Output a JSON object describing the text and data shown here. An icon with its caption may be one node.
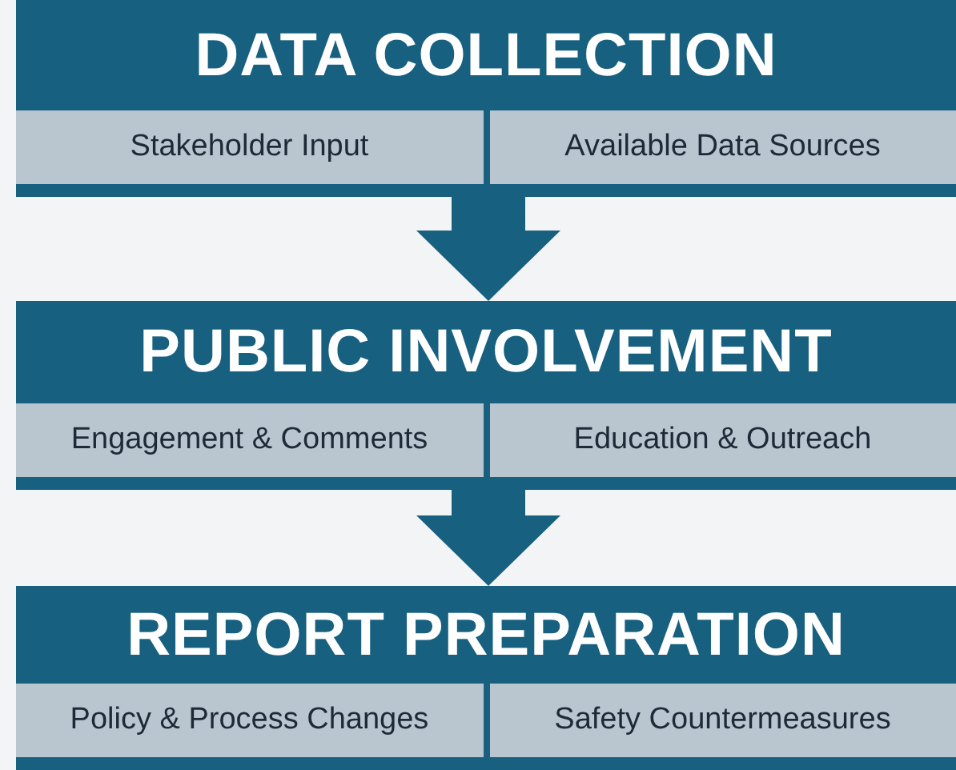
{
  "diagram": {
    "nodes": [
      {
        "text": [
          "DATA COLLECTION"
        ]
      },
      {
        "text": [
          "Stakeholder Input"
        ],
        "in": 0
      },
      {
        "text": [
          "Available Data Sources"
        ],
        "in": 0
      },
      {
        "text": [
          "PUBLIC INVOLVEMENT"
        ]
      },
      {
        "text": [
          "Engagement & Comments"
        ],
        "in": 3
      },
      {
        "text": [
          "Education & Outreach"
        ],
        "in": 3
      },
      {
        "text": [
          "REPORT PREPARATION"
        ]
      },
      {
        "text": [
          "Policy & Process Changes"
        ],
        "in": 6
      },
      {
        "text": [
          "Safety Countermeasures"
        ],
        "in": 6
      }
    ],
    "edges": [
      {
        "from": 0,
        "to": 3,
        "arrow": "to"
      },
      {
        "from": 3,
        "to": 6,
        "arrow": "to"
      }
    ]
  }
}
